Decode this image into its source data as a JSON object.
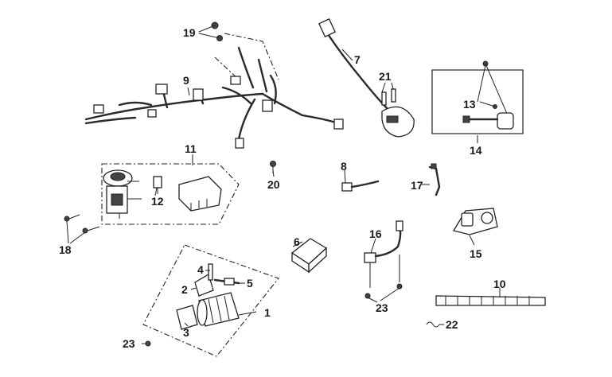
{
  "callouts": [
    "1",
    "2",
    "3",
    "4",
    "5",
    "6",
    "7",
    "8",
    "9",
    "10",
    "11",
    "12",
    "13",
    "14",
    "15",
    "16",
    "17",
    "18",
    "19",
    "20",
    "21",
    "22",
    "23",
    "23"
  ],
  "colors": {
    "line": "#222222",
    "background": "#ffffff"
  }
}
